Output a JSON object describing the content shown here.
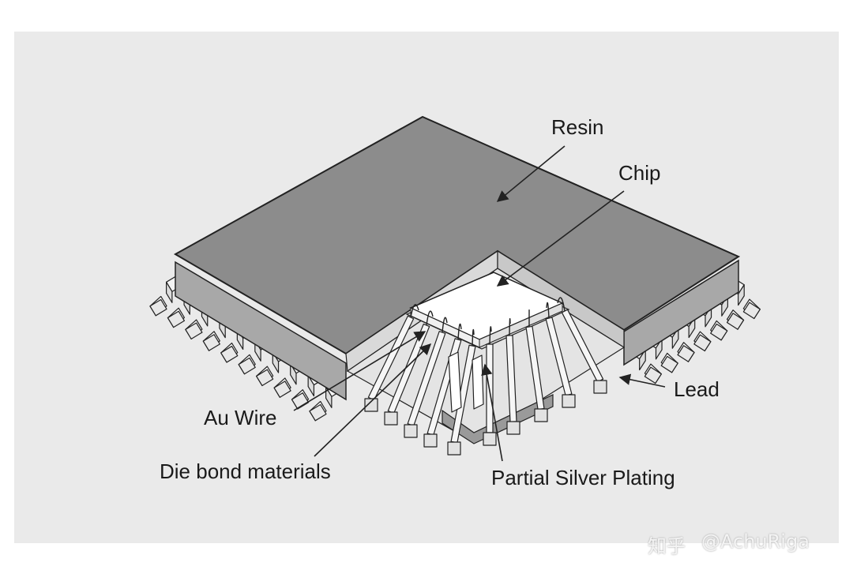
{
  "colors": {
    "page_bg": "#ffffff",
    "panel_bg": "#eaeaea",
    "resin_top": "#8c8c8c",
    "resin_side": "#a8a8a8",
    "chip": "#ffffff",
    "lead_fill": "#f2f2f2",
    "outline": "#222222"
  },
  "labels": {
    "resin": "Resin",
    "chip": "Chip",
    "lead": "Lead",
    "au_wire": "Au Wire",
    "die_bond": "Die bond materials",
    "partial_silver": "Partial Silver Plating"
  },
  "watermark": {
    "site": "知乎",
    "handle": "@AchuRiga"
  }
}
